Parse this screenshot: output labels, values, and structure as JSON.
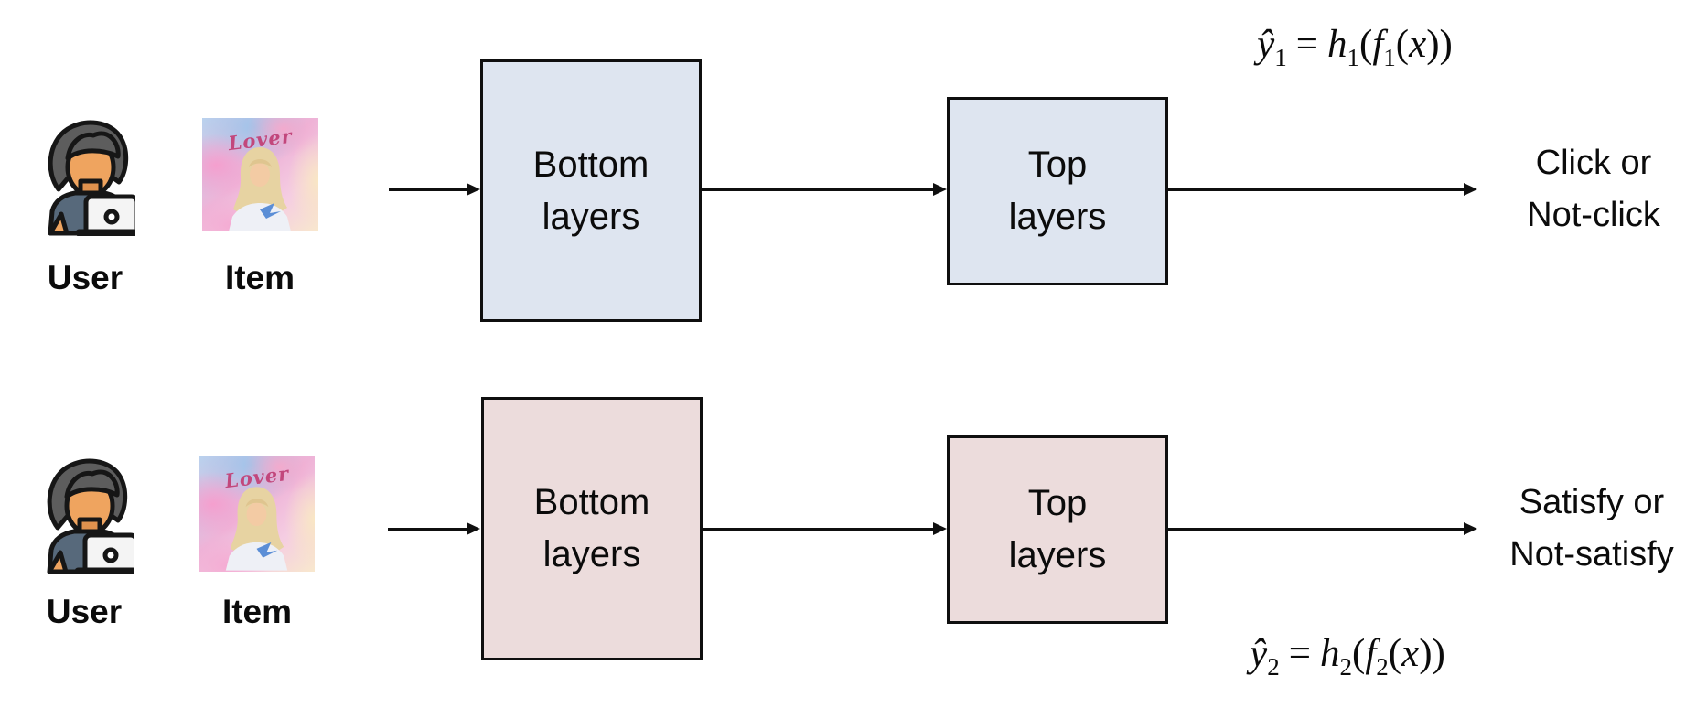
{
  "page": {
    "background": "#ffffff"
  },
  "colors": {
    "task1_box_fill": "#dee5f0",
    "task2_box_fill": "#ecdcdc",
    "box_border": "#0f0f0f",
    "arrow": "#0f0f0f",
    "album_script": "#c2477c"
  },
  "rows": [
    {
      "user_label": "User",
      "item_label": "Item",
      "item_caption": "Lover",
      "bottom_box_line1": "Bottom",
      "bottom_box_line2": "layers",
      "top_box_line1": "Top",
      "top_box_line2": "layers",
      "output_line1": "Click or",
      "output_line2": "Not-click",
      "formula": {
        "yhat": "ŷ",
        "ysub": "1",
        "eq": "=",
        "h": "h",
        "hsub": "1",
        "p1": "(",
        "f": "f",
        "fsub": "1",
        "p2": "(",
        "x": "x",
        "p3": "))"
      }
    },
    {
      "user_label": "User",
      "item_label": "Item",
      "item_caption": "Lover",
      "bottom_box_line1": "Bottom",
      "bottom_box_line2": "layers",
      "top_box_line1": "Top",
      "top_box_line2": "layers",
      "output_line1": "Satisfy or",
      "output_line2": "Not-satisfy",
      "formula": {
        "yhat": "ŷ",
        "ysub": "2",
        "eq": "=",
        "h": "h",
        "hsub": "2",
        "p1": "(",
        "f": "f",
        "fsub": "2",
        "p2": "(",
        "x": "x",
        "p3": "))"
      }
    }
  ]
}
